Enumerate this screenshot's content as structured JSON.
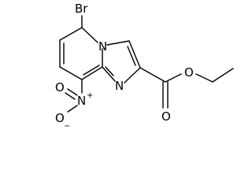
{
  "atoms": {
    "bromine": "Br",
    "ring_nitrogen_bridgehead": "N",
    "ring_nitrogen_imidazole": "N",
    "nitro_nitrogen": "N",
    "nitro_oxygen_double": "O",
    "nitro_oxygen_single": "O",
    "carbonyl_oxygen": "O",
    "ester_oxygen": "O"
  },
  "charges": {
    "nitro_nitrogen": "+",
    "nitro_oxygen": "−"
  }
}
